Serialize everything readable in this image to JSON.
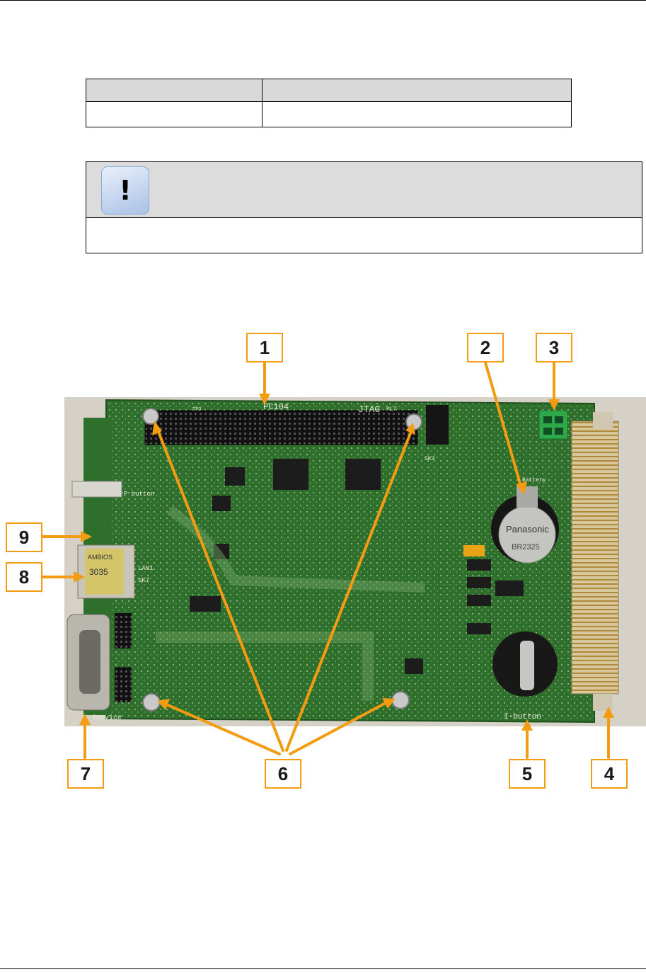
{
  "table": {
    "header": [
      "",
      ""
    ],
    "row": [
      "",
      ""
    ]
  },
  "note": {
    "icon": "exclamation-icon",
    "symbol": "!",
    "text": ""
  },
  "board_labels": {
    "pc104": "PC104",
    "jtag": "JTAG",
    "pl7": "PL7",
    "tp3": "TP3",
    "sk3": "SK3",
    "battery": "Battery",
    "p_button": "P button",
    "lan1": "LAN1",
    "sk7": "SK7",
    "service": "Service",
    "i_button": "I-button",
    "battery_brand": "Panasonic",
    "battery_model": "BR2325",
    "module_text": "AMBIOS",
    "module_digits": "3035"
  },
  "callouts": [
    "1",
    "2",
    "3",
    "4",
    "5",
    "6",
    "7",
    "8",
    "9"
  ],
  "colors": {
    "accent": "#f39c12",
    "pcb": "#2f6f2c",
    "header_gray": "#d9d9d9"
  }
}
